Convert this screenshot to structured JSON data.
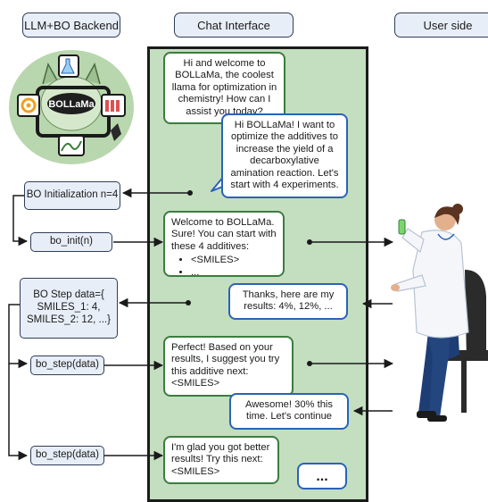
{
  "headers": {
    "backend": "LLM+BO Backend",
    "chat": "Chat Interface",
    "user": "User side"
  },
  "logo_text": "BOLLaMa",
  "messages": {
    "bot_welcome": "Hi and welcome to BOLLaMa, the coolest llama for optimization in chemistry! How can I assist you today?",
    "user_request": "Hi BOLLaMa! I want to optimize the additives to increase the yield of a decarboxylative amination reaction. Let's start with 4 experiments.",
    "bot_suggest_intro": "Welcome to BOLLaMa. Sure! You can start with these 4 additives:",
    "bot_suggest_items": [
      "<SMILES>",
      "..."
    ],
    "user_results": "Thanks, here are my results: 4%, 12%, ...",
    "bot_next": "Perfect! Based on your results, I suggest you try this additive next: <SMILES>",
    "user_awesome": "Awesome! 30% this time. Let's continue",
    "bot_glad": "I'm glad you got better results! Try this next: <SMILES>",
    "user_typing": "..."
  },
  "backend": {
    "bo_init_box": "BO Initialization n=4",
    "bo_init_call": "bo_init(n)",
    "bo_step_box": "BO Step data={ SMILES_1: 4, SMILES_2: 12, ...}",
    "bo_step_call_1": "bo_step(data)",
    "bo_step_call_2": "bo_step(data)"
  },
  "colors": {
    "chat_panel": "#c4dec0",
    "bot_border": "#3b7d3e",
    "user_border": "#2a63b8",
    "box_fill": "#e8eef8",
    "box_border": "#2f3e55"
  }
}
